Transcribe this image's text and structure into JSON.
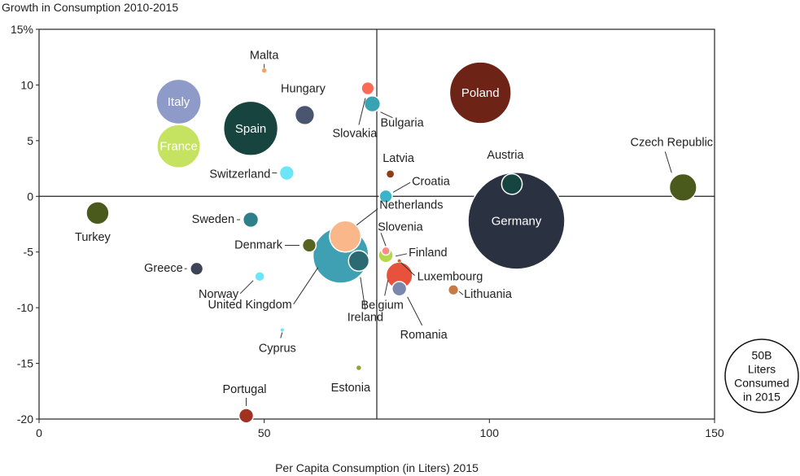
{
  "chart_data": {
    "type": "scatter",
    "title": "Growth in Consumption 2010-2015",
    "xlabel": "Per Capita Consumption (in Liters) 2015",
    "ylabel": "",
    "xlim": [
      0,
      150
    ],
    "ylim": [
      -20,
      15
    ],
    "x_ticks": [
      "0",
      "50",
      "100",
      "150"
    ],
    "y_ticks": [
      "15%",
      "10",
      "5",
      "0",
      "-5",
      "-10",
      "-15",
      "-20"
    ],
    "reference_lines": {
      "x": 75,
      "y": 0
    },
    "grid": false,
    "legend": {
      "text_lines": [
        "50B",
        "Liters",
        "Consumed",
        "in 2015"
      ],
      "placement": "bottom-right"
    },
    "points": [
      {
        "name": "Malta",
        "x": 50,
        "y": 11.3,
        "size": 0.05,
        "color": "#f4a460"
      },
      {
        "name": "Hungary",
        "x": 59,
        "y": 7.3,
        "size": 0.8,
        "color": "#4a5570"
      },
      {
        "name": "Italy",
        "x": 31,
        "y": 8.5,
        "size": 4.3,
        "color": "#8e9bc8"
      },
      {
        "name": "Spain",
        "x": 47,
        "y": 6.1,
        "size": 6.3,
        "color": "#17443f"
      },
      {
        "name": "France",
        "x": 31,
        "y": 4.5,
        "size": 4.0,
        "color": "#c5e261"
      },
      {
        "name": "Switzerland",
        "x": 55,
        "y": 2.1,
        "size": 0.45,
        "color": "#6ae6f8"
      },
      {
        "name": "Slovakia",
        "x": 73,
        "y": 9.7,
        "size": 0.35,
        "color": "#fa6a55"
      },
      {
        "name": "Bulgaria",
        "x": 74,
        "y": 8.3,
        "size": 0.55,
        "color": "#38a3b2"
      },
      {
        "name": "Poland",
        "x": 98,
        "y": 9.3,
        "size": 8.1,
        "color": "#6d2417"
      },
      {
        "name": "Latvia",
        "x": 78,
        "y": 2.0,
        "size": 0.15,
        "color": "#8b3e18"
      },
      {
        "name": "Croatia",
        "x": 77,
        "y": 0.0,
        "size": 0.35,
        "color": "#3ab4c8"
      },
      {
        "name": "Austria",
        "x": 105,
        "y": 1.1,
        "size": 0.9,
        "color": "#154441"
      },
      {
        "name": "Czech Republic",
        "x": 143,
        "y": 0.8,
        "size": 1.6,
        "color": "#4a5a1c"
      },
      {
        "name": "Turkey",
        "x": 13,
        "y": -1.5,
        "size": 1.1,
        "color": "#4a5a1c"
      },
      {
        "name": "Sweden",
        "x": 47,
        "y": -2.1,
        "size": 0.5,
        "color": "#2d7f8a"
      },
      {
        "name": "Germany",
        "x": 106,
        "y": -2.2,
        "size": 20.0,
        "color": "#2a3140"
      },
      {
        "name": "Netherlands",
        "x": 68,
        "y": -3.6,
        "size": 2.1,
        "color": "#f9b78a"
      },
      {
        "name": "Denmark",
        "x": 60,
        "y": -4.4,
        "size": 0.4,
        "color": "#56641f"
      },
      {
        "name": "United Kingdom",
        "x": 67,
        "y": -5.3,
        "size": 6.6,
        "color": "#3fa0b4"
      },
      {
        "name": "Slovenia",
        "x": 77,
        "y": -4.9,
        "size": 0.15,
        "color": "#fb8c85"
      },
      {
        "name": "Finland",
        "x": 77,
        "y": -5.3,
        "size": 0.45,
        "color": "#b4d84a"
      },
      {
        "name": "Ireland",
        "x": 71,
        "y": -5.8,
        "size": 0.9,
        "color": "#2b6a73"
      },
      {
        "name": "Greece",
        "x": 35,
        "y": -6.5,
        "size": 0.35,
        "color": "#3d4457"
      },
      {
        "name": "Luxembourg",
        "x": 80,
        "y": -5.8,
        "size": 0.02,
        "color": "#d4603a"
      },
      {
        "name": "Belgium",
        "x": 80,
        "y": -7.1,
        "size": 1.5,
        "color": "#e8523d"
      },
      {
        "name": "Norway",
        "x": 49,
        "y": -7.2,
        "size": 0.2,
        "color": "#6ae6f8"
      },
      {
        "name": "Romania",
        "x": 80,
        "y": -8.3,
        "size": 0.45,
        "color": "#7a88ad"
      },
      {
        "name": "Lithuania",
        "x": 92,
        "y": -8.4,
        "size": 0.23,
        "color": "#c67a45"
      },
      {
        "name": "Cyprus",
        "x": 54,
        "y": -12.0,
        "size": 0.02,
        "color": "#6ae6f8"
      },
      {
        "name": "Estonia",
        "x": 71,
        "y": -15.4,
        "size": 0.05,
        "color": "#8aa43a"
      },
      {
        "name": "Portugal",
        "x": 46,
        "y": -19.7,
        "size": 0.45,
        "color": "#a13220"
      }
    ]
  }
}
